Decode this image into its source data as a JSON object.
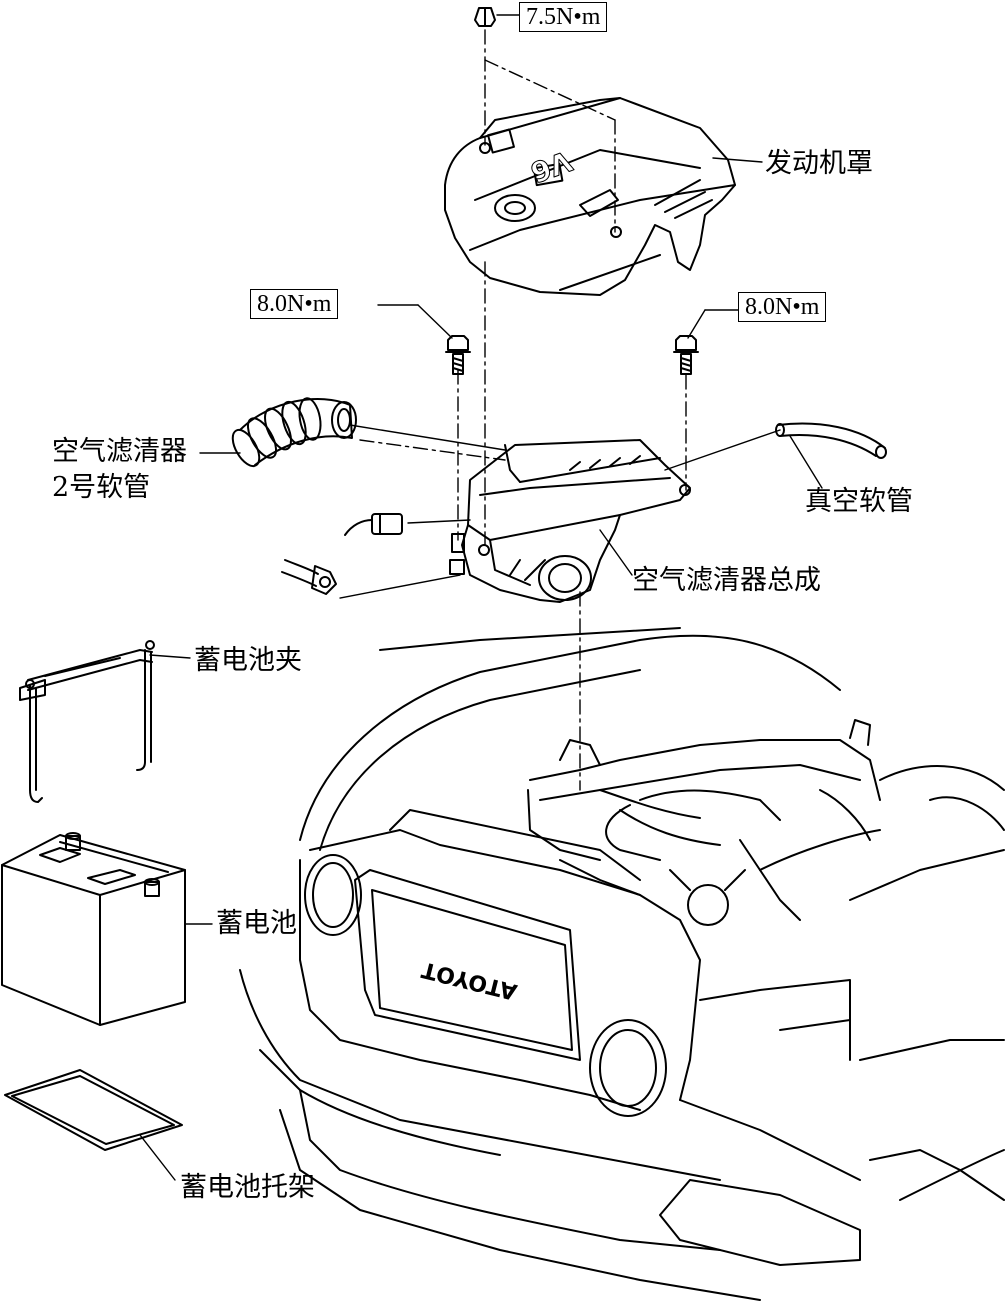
{
  "torques": {
    "cover_nut": "7.5N•m",
    "bolt_left": "8.0N•m",
    "bolt_right": "8.0N•m"
  },
  "labels": {
    "engine_cover": "发动机罩",
    "air_cleaner_hose_line1": "空气滤清器",
    "air_cleaner_hose_line2": "2号软管",
    "vacuum_hose": "真空软管",
    "air_cleaner_assembly": "空气滤清器总成",
    "battery_clamp": "蓄电池夹",
    "battery": "蓄电池",
    "battery_tray": "蓄电池托架"
  },
  "markings": {
    "engine_badge": "V6",
    "grille_logo": "TOYOTA"
  }
}
